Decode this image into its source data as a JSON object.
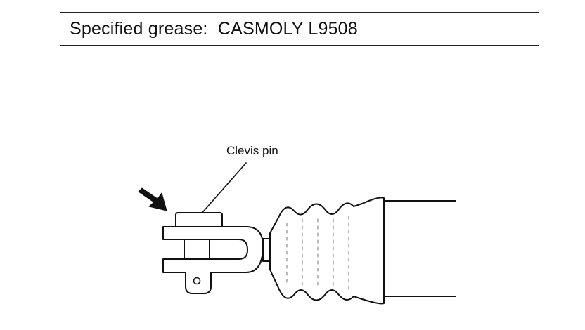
{
  "spec_line": {
    "label": "Specified grease:",
    "value": "CASMOLY L9508"
  },
  "diagram": {
    "callout_label": "Clevis pin",
    "icons": [
      "arrow-icon"
    ]
  }
}
